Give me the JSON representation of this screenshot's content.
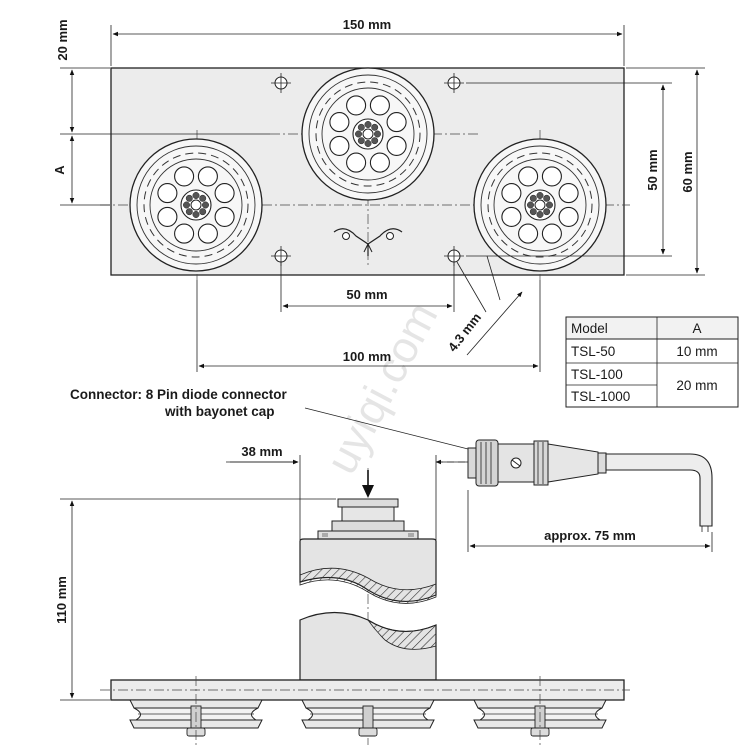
{
  "dimensions": {
    "width_150": "150 mm",
    "height_20": "20 mm",
    "label_a": "A",
    "height_50": "50 mm",
    "height_60": "60 mm",
    "spacing_50": "50 mm",
    "offset_4_3": "4.3 mm",
    "spacing_100": "100 mm",
    "button_38": "38 mm",
    "height_110": "110 mm",
    "cable_75": "approx. 75 mm"
  },
  "connector": {
    "line1": "Connector: 8 Pin diode connector",
    "line2": "with bayonet cap"
  },
  "model_table": {
    "headers": [
      "Model",
      "A"
    ],
    "rows": [
      {
        "model": "TSL-50",
        "a": "10 mm"
      },
      {
        "model": "TSL-100",
        "a": "20 mm"
      },
      {
        "model": "TSL-1000",
        "a": ""
      }
    ]
  },
  "watermark": "uyiqi.com"
}
